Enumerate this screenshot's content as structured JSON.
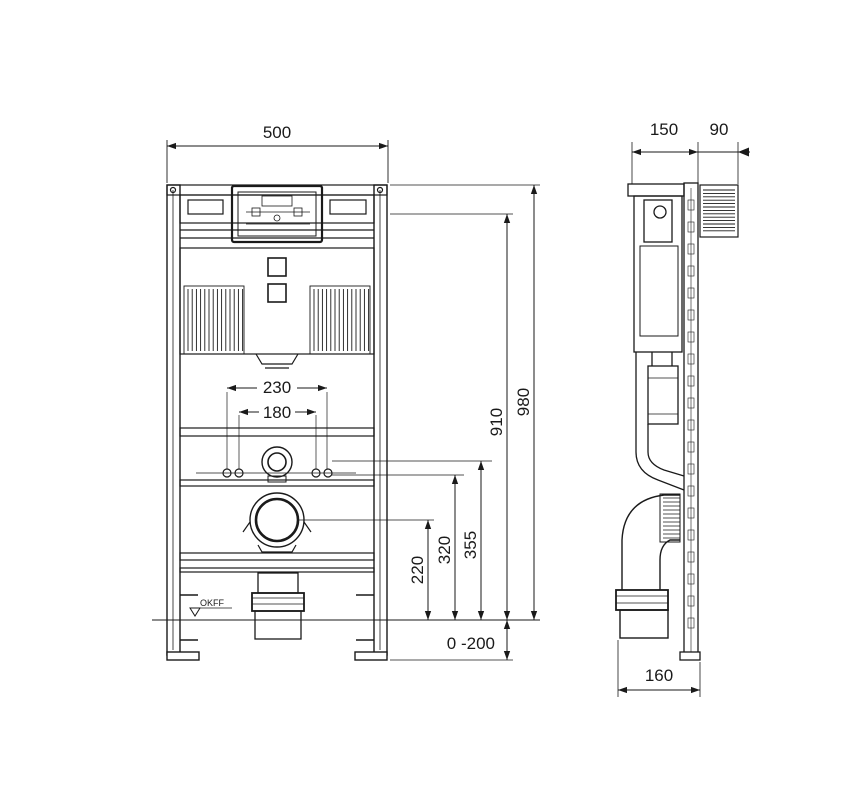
{
  "front_view": {
    "width_label": "500",
    "spacing_outer_label": "230",
    "spacing_inner_label": "180",
    "height_910_label": "910",
    "height_980_label": "980",
    "height_220_label": "220",
    "height_320_label": "320",
    "height_355_label": "355",
    "floor_range_label": "0 -200",
    "floor_marker_label": "OKFF"
  },
  "side_view": {
    "depth_150_label": "150",
    "depth_90_label": "90",
    "depth_160_label": "160"
  }
}
